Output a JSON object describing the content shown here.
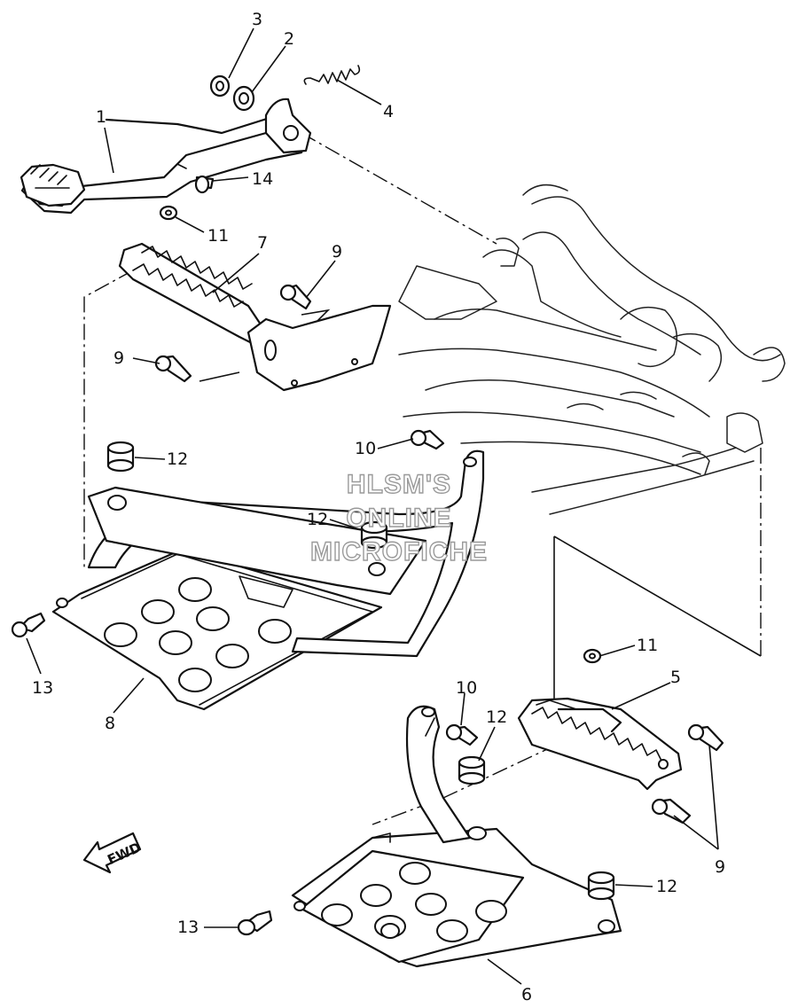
{
  "watermark": {
    "lines": [
      "HLSM'S",
      "ONLINE",
      "MICROFICHE"
    ]
  },
  "direction_label": "FWD",
  "callouts": [
    {
      "id": "c3",
      "text": "3"
    },
    {
      "id": "c2",
      "text": "2"
    },
    {
      "id": "c4",
      "text": "4"
    },
    {
      "id": "c1",
      "text": "1"
    },
    {
      "id": "c14",
      "text": "14"
    },
    {
      "id": "c11a",
      "text": "11"
    },
    {
      "id": "c7",
      "text": "7"
    },
    {
      "id": "c9a",
      "text": "9"
    },
    {
      "id": "c9b",
      "text": "9"
    },
    {
      "id": "c10a",
      "text": "10"
    },
    {
      "id": "c12a",
      "text": "12"
    },
    {
      "id": "c12b",
      "text": "12"
    },
    {
      "id": "c13a",
      "text": "13"
    },
    {
      "id": "c8",
      "text": "8"
    },
    {
      "id": "c11b",
      "text": "11"
    },
    {
      "id": "c5",
      "text": "5"
    },
    {
      "id": "c10b",
      "text": "10"
    },
    {
      "id": "c12c",
      "text": "12"
    },
    {
      "id": "c9c",
      "text": "9"
    },
    {
      "id": "c12d",
      "text": "12"
    },
    {
      "id": "c13b",
      "text": "13"
    },
    {
      "id": "c6",
      "text": "6"
    }
  ]
}
